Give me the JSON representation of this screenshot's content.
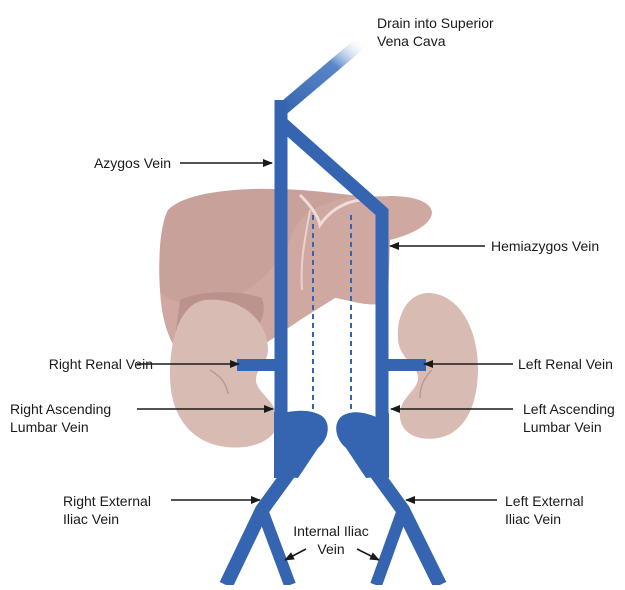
{
  "labels": {
    "svc": [
      "Drain into Superior",
      "Vena Cava"
    ],
    "azygos": "Azygos Vein",
    "hemiazygos": "Hemiazygos Vein",
    "right_renal": "Right Renal Vein",
    "left_renal": "Left Renal Vein",
    "right_ascending": [
      "Right Ascending",
      "Lumbar Vein"
    ],
    "left_ascending": [
      "Left Ascending",
      "Lumbar Vein"
    ],
    "right_external": [
      "Right External",
      "Iliac Vein"
    ],
    "left_external": [
      "Left External",
      "Iliac Vein"
    ],
    "internal_iliac": [
      "Internal Iliac",
      "Vein"
    ]
  },
  "colors": {
    "vein": "#3565b0",
    "liver": "#cfa8a2",
    "liver_shade": "#b88d88",
    "kidney": "#d8bcb4",
    "text": "#1a1a1a"
  }
}
